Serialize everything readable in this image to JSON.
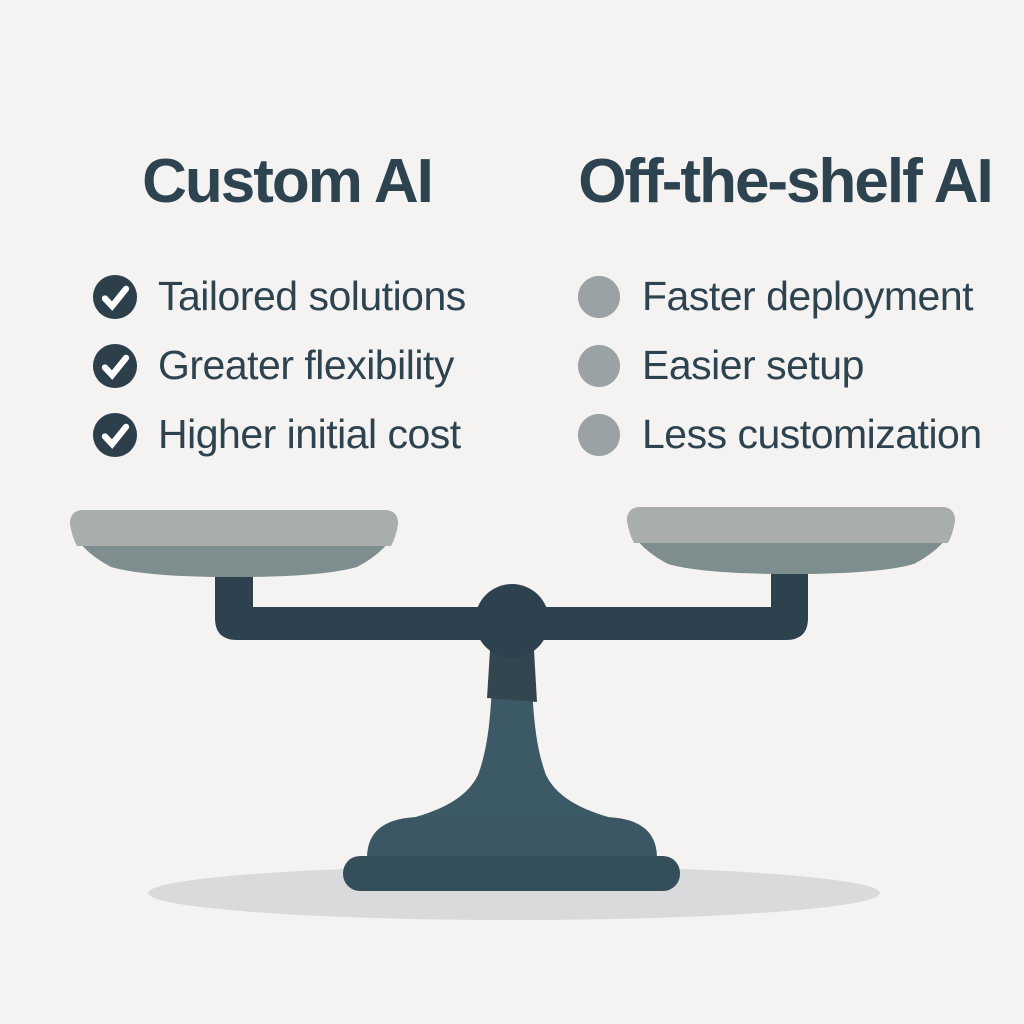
{
  "colors": {
    "background": "#f4f3f2",
    "text": "#2e4350",
    "check_circle": "#2c3f4a",
    "check_mark": "#ffffff",
    "dot": "#9aa2a4",
    "beam": "#2d424e",
    "pivot": "#2d424e",
    "column": "#3c5a65",
    "column_shade": "#33464f",
    "mound": "#3a5763",
    "plate": "#354f5a",
    "pan_top": "#a9aeac",
    "pan_bottom": "#7e8d8d",
    "shadow": "#d9dadb"
  },
  "left_column": {
    "title": "Custom AI",
    "bullet_icon": "check-icon",
    "items": [
      "Tailored solutions",
      "Greater flexibility",
      "Higher initial cost"
    ]
  },
  "right_column": {
    "title": "Off-the-shelf AI",
    "bullet_icon": "dot-icon",
    "items": [
      "Faster deployment",
      "Easier setup",
      "Less customization"
    ]
  },
  "illustration": {
    "name": "balance-scale"
  }
}
